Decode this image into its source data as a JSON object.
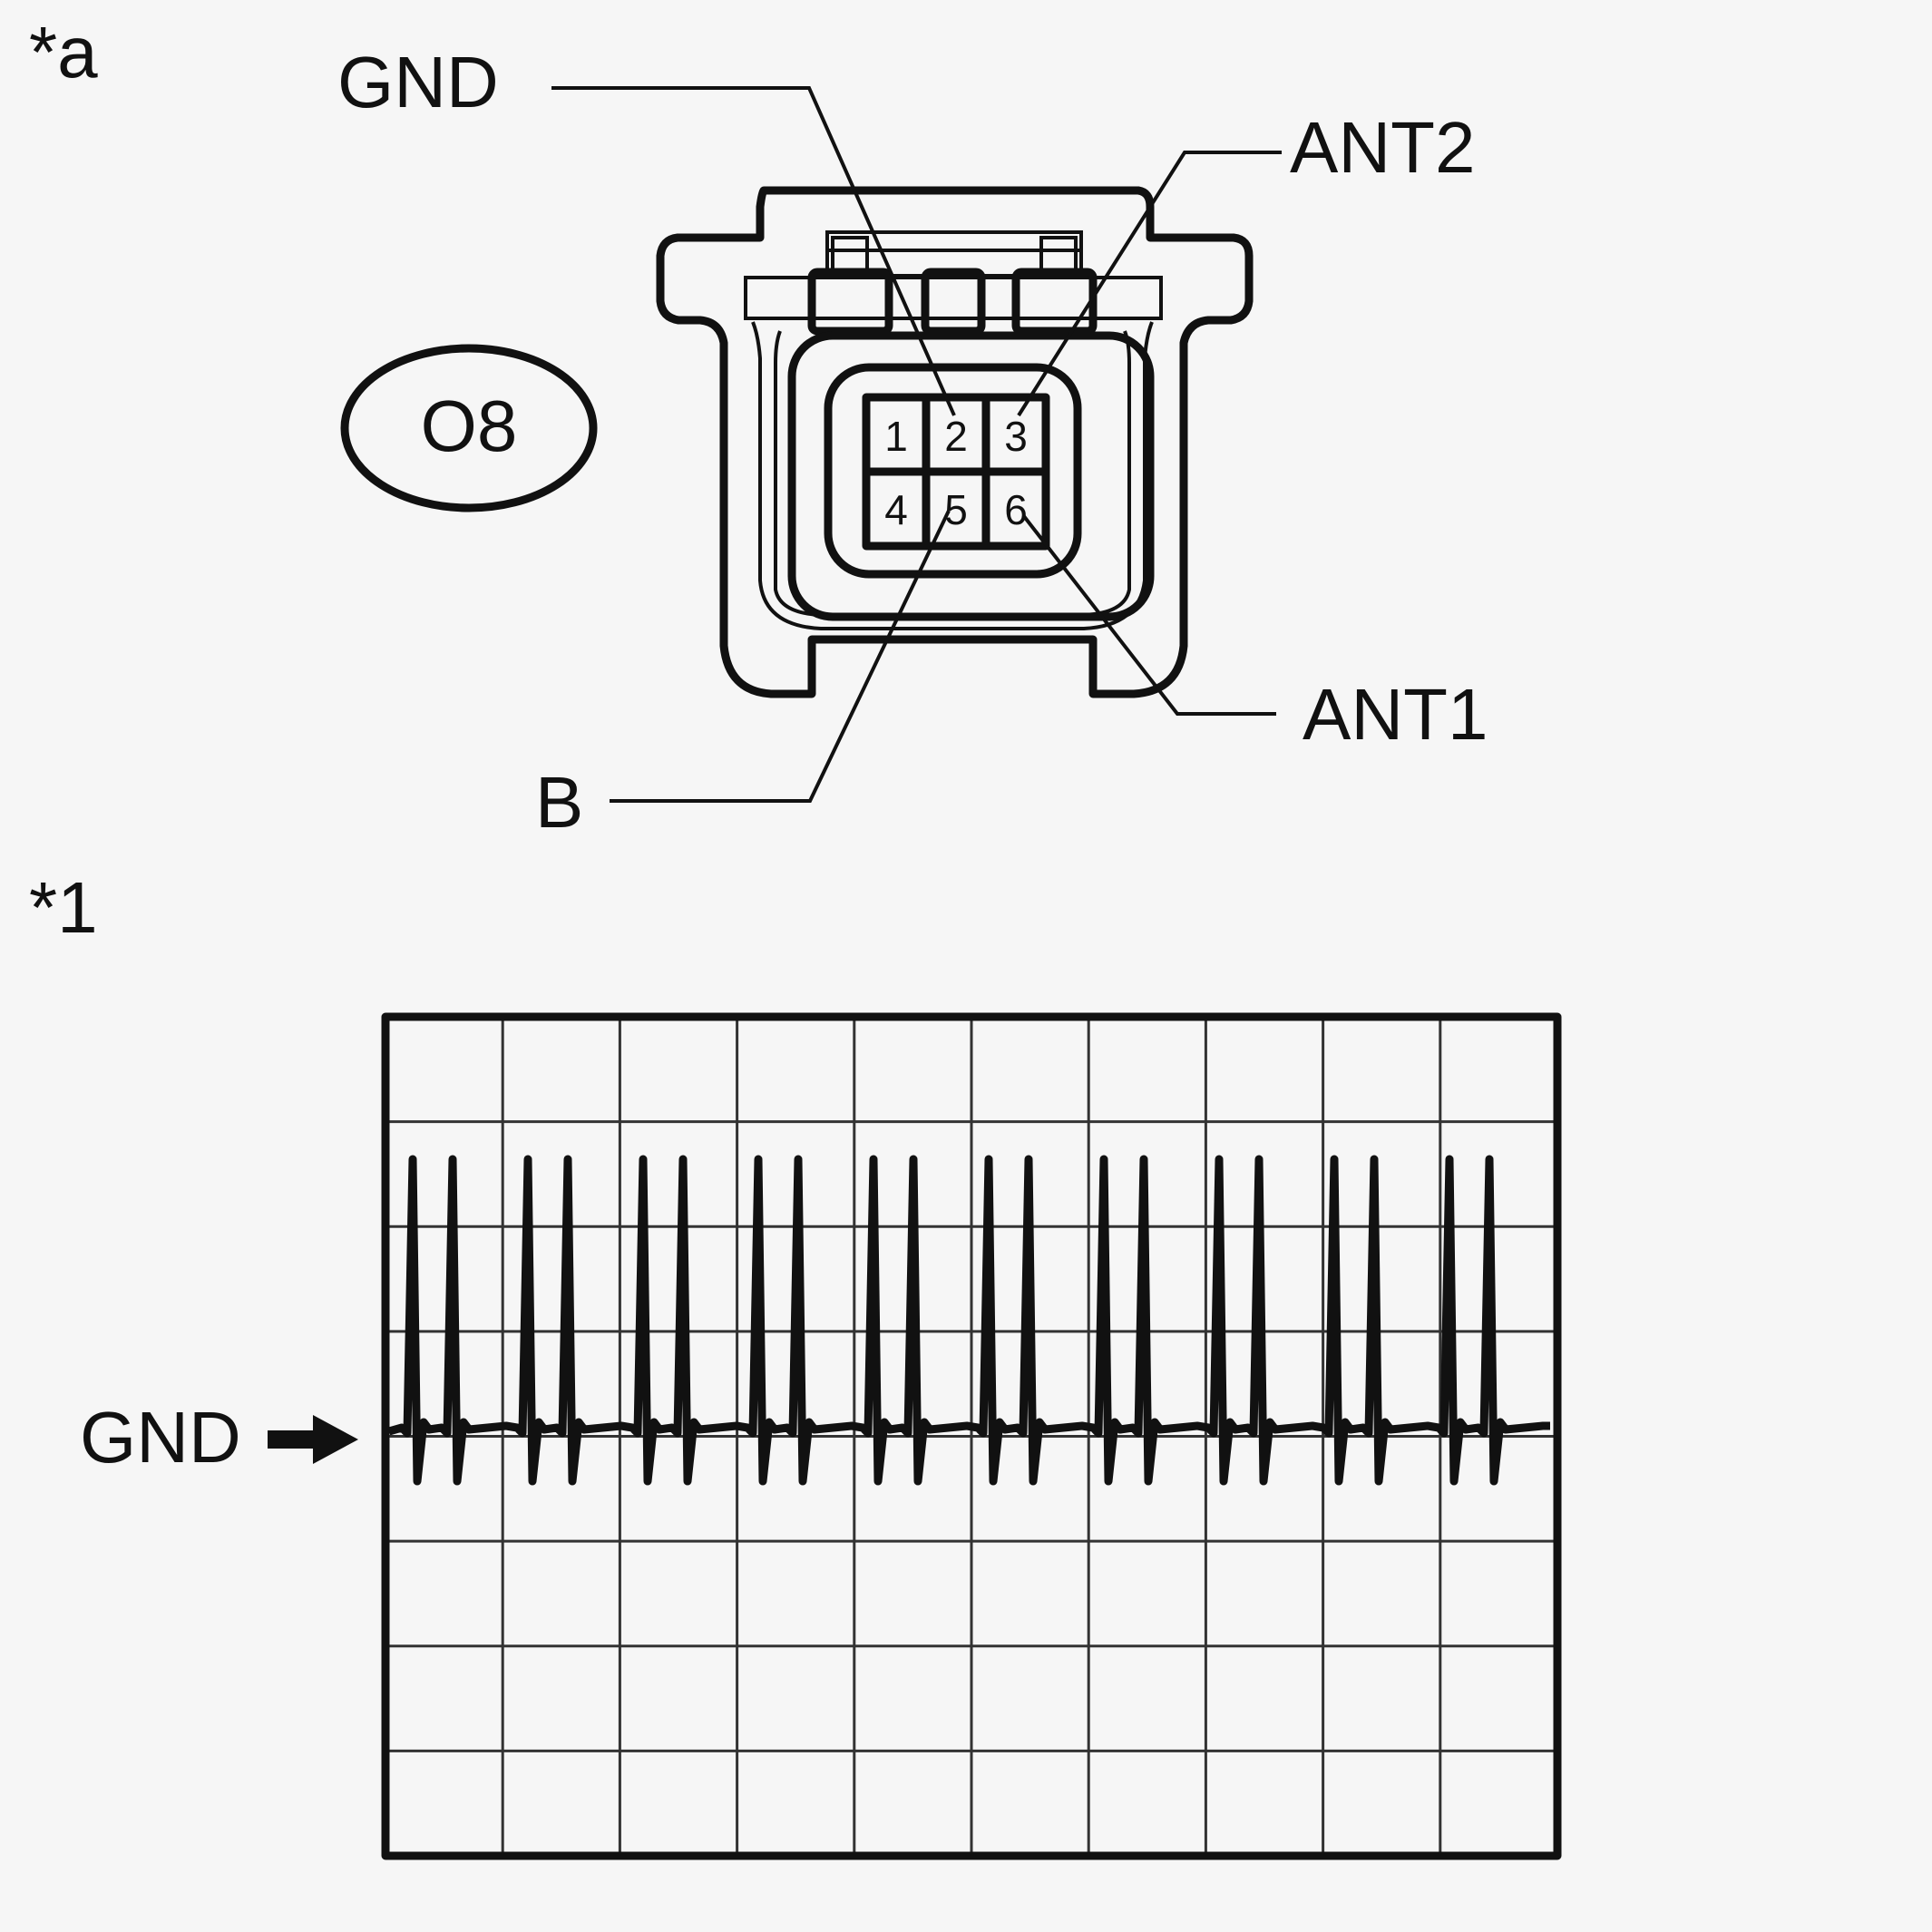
{
  "figure_a": {
    "marker": "*a",
    "connector_code": "O8",
    "pins": [
      "1",
      "2",
      "3",
      "4",
      "5",
      "6"
    ],
    "terminals": {
      "gnd": "GND",
      "ant2": "ANT2",
      "ant1": "ANT1",
      "b": "B"
    }
  },
  "figure_1": {
    "marker": "*1",
    "reference_label": "GND",
    "waveform": {
      "pulse_pairs": 10,
      "grid_columns": 10,
      "grid_rows": 8
    }
  }
}
